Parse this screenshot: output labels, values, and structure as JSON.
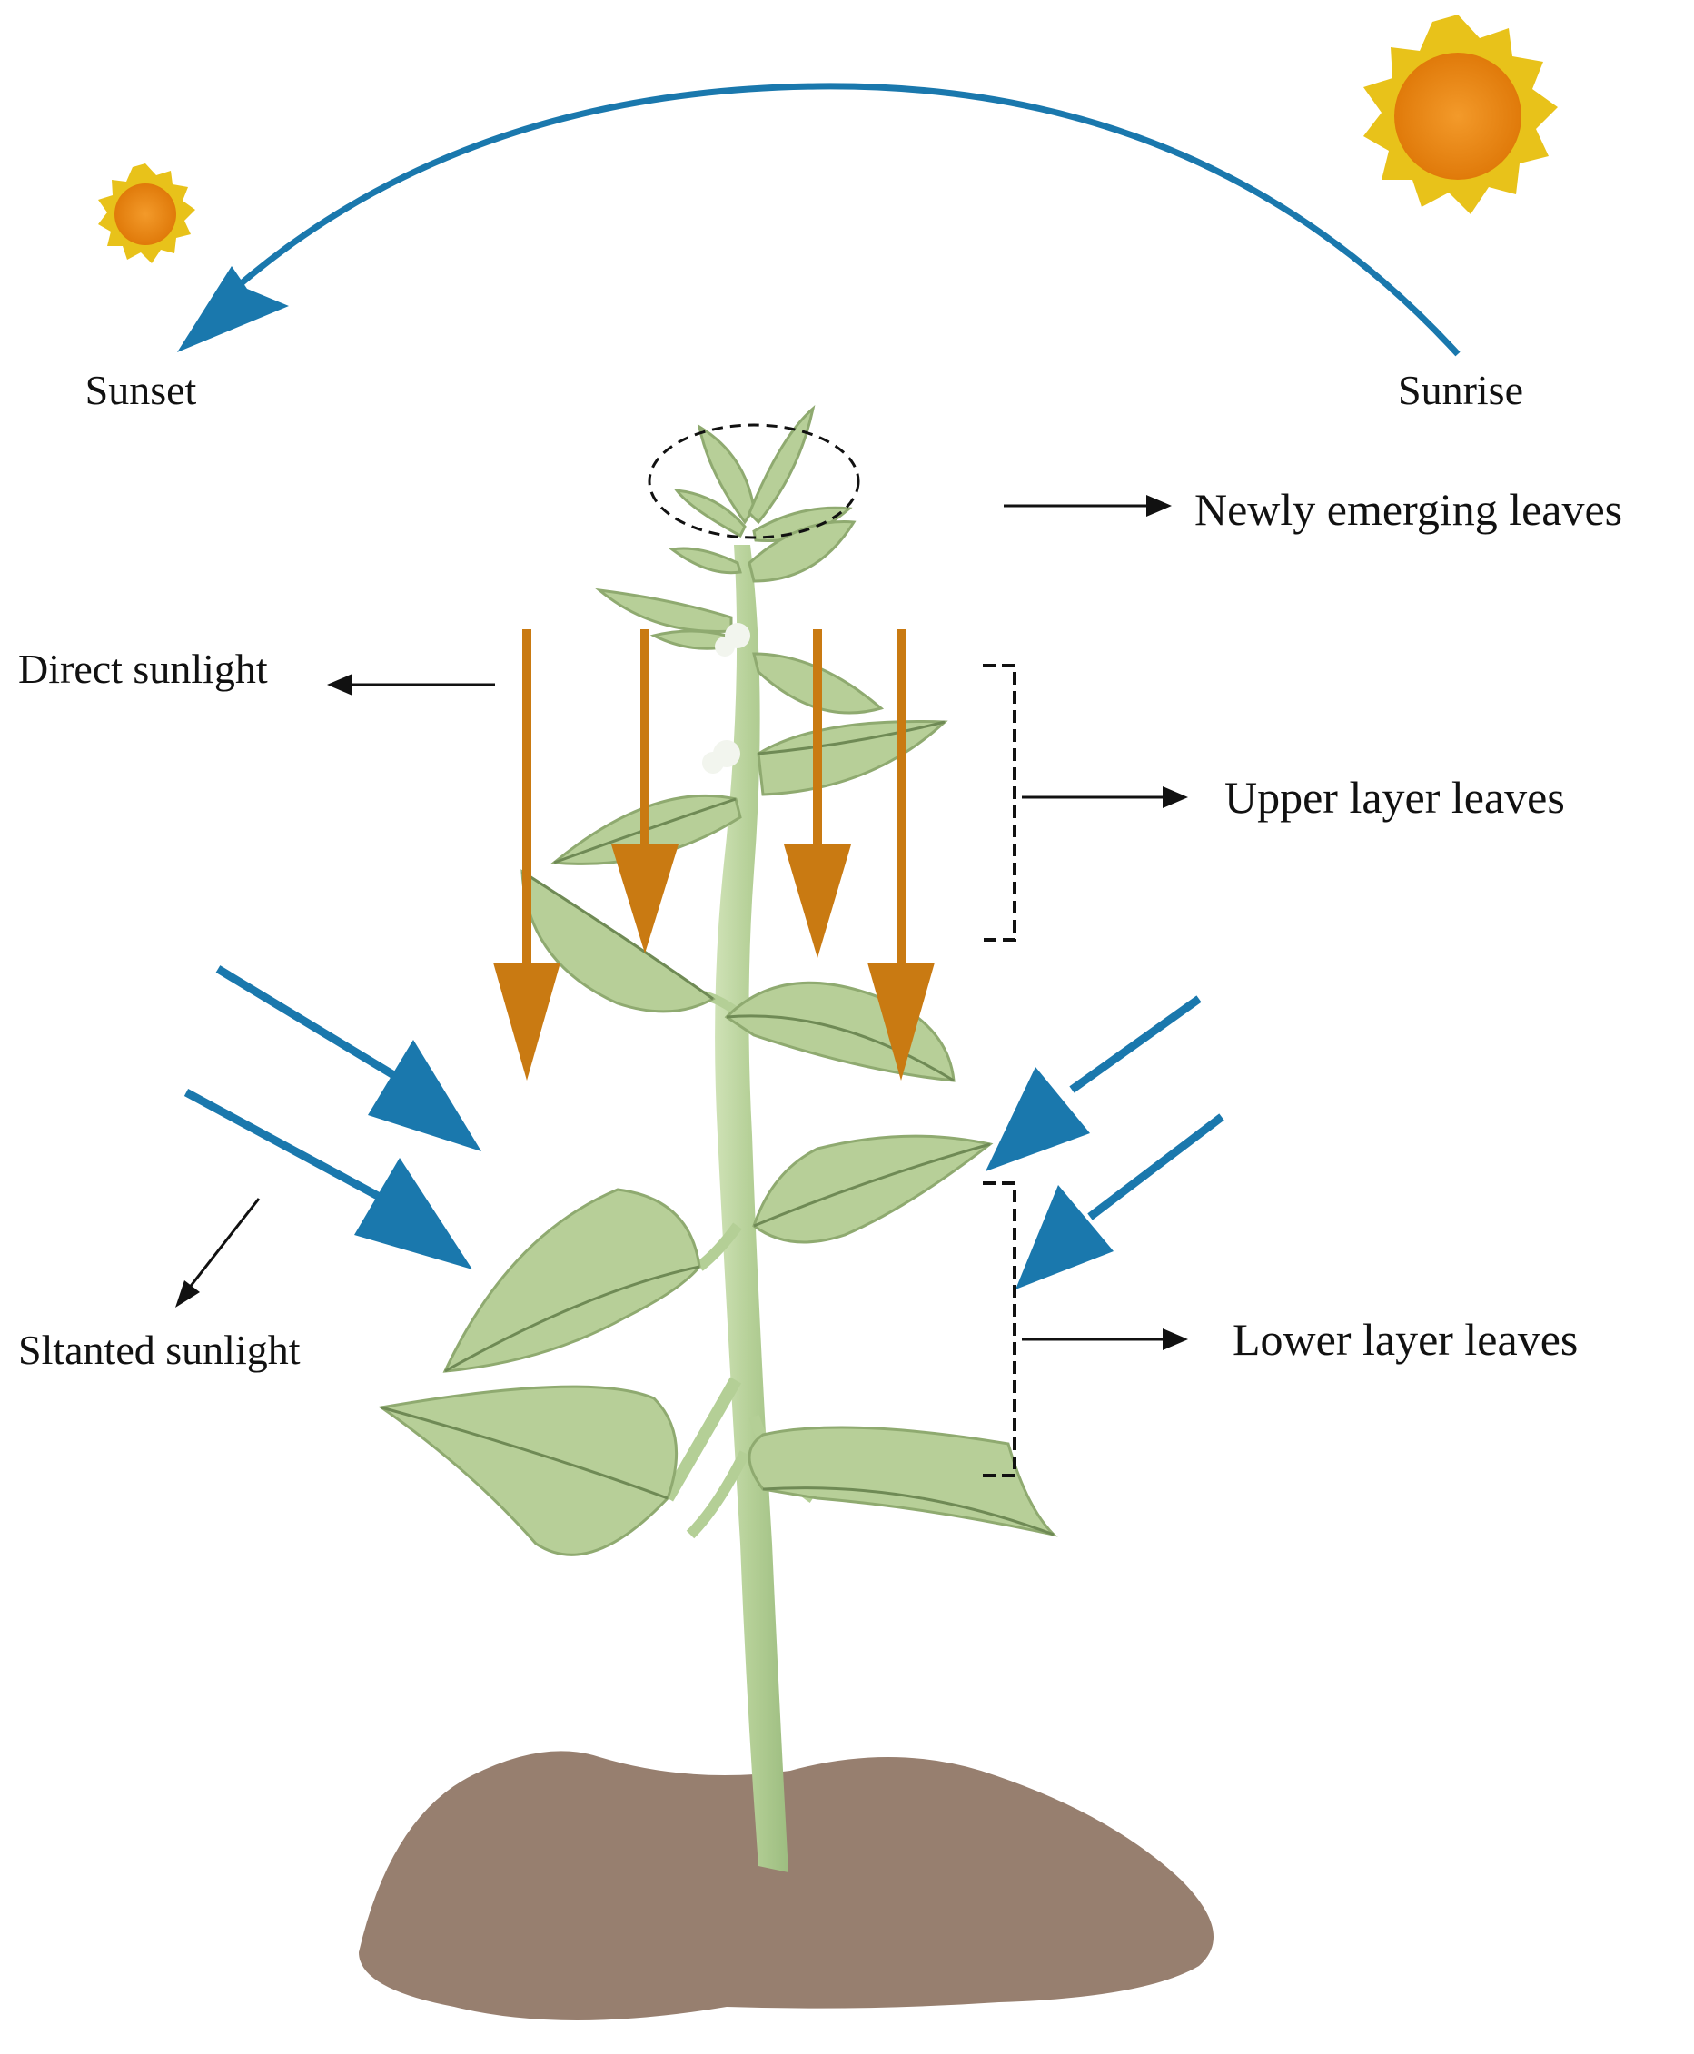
{
  "labels": {
    "sunset": "Sunset",
    "sunrise": "Sunrise",
    "newly_emerging": "Newly emerging leaves",
    "direct_sunlight": "Direct sunlight",
    "upper_layer": "Upper layer leaves",
    "lower_layer": "Lower layer leaves",
    "slanted_sunlight": "Sltanted sunlight"
  },
  "colors": {
    "sun_path": "#1a78ad",
    "slanted_arrow": "#1a78ad",
    "direct_arrow": "#c97a12",
    "sun_core": "#e8820f",
    "sun_rays": "#e8c21a",
    "soil": "#977f6f",
    "leaf": "#b7cf98",
    "leaf_vein": "#6f8a55",
    "stem": "#b4cf96"
  },
  "icons": {
    "sun_large": "sun-icon",
    "sun_small": "sun-icon"
  }
}
